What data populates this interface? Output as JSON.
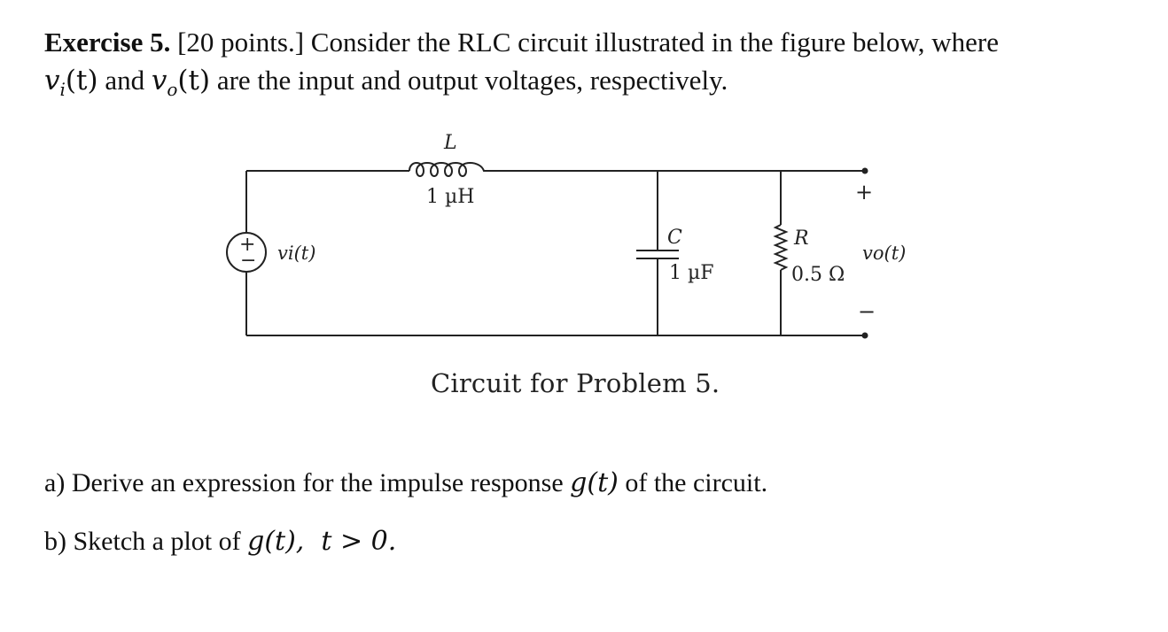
{
  "exercise": {
    "label": "Exercise 5.",
    "points": "[20 points.]",
    "intro": "Consider the RLC circuit illustrated in the figure below, where",
    "input_symbol": "v",
    "input_sub": "i",
    "arg_t": "(t)",
    "and_word": "and",
    "output_symbol": "v",
    "output_sub": "o",
    "intro_end": "are the input and output voltages, respectively."
  },
  "circuit": {
    "inductor_symbol": "L",
    "inductor_value": "1 µH",
    "capacitor_symbol": "C",
    "capacitor_value": "1 µF",
    "resistor_symbol": "R",
    "resistor_value": "0.5 Ω",
    "source_label": "vi(t)",
    "output_label": "vo(t)",
    "plus_sign": "+",
    "minus_sign": "−",
    "caption": "Circuit for Problem 5."
  },
  "questions": {
    "a_label": "a)",
    "a_text": "Derive an expression for the impulse response",
    "a_symbol": "g(t)",
    "a_end": "of the circuit.",
    "b_label": "b)",
    "b_text": "Sketch a plot of",
    "b_expr": "g(t),  t > 0."
  }
}
